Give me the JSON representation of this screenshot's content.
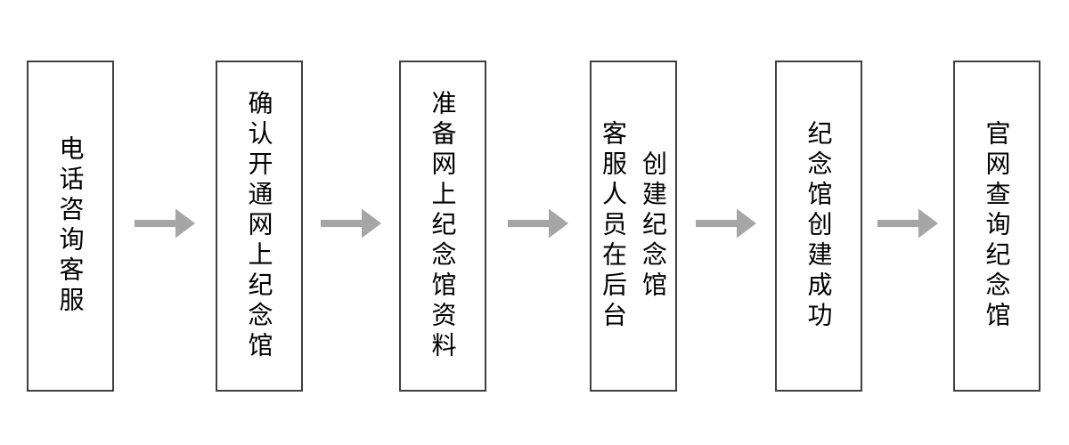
{
  "flow": {
    "title": "memorial-hall-creation-flow",
    "steps": [
      {
        "id": 1,
        "lines": [
          "电话咨询客服"
        ]
      },
      {
        "id": 2,
        "lines": [
          "确认开通网上纪念馆"
        ]
      },
      {
        "id": 3,
        "lines": [
          "准备网上纪念馆资料"
        ]
      },
      {
        "id": 4,
        "lines": [
          "客服人员在后台",
          "创建纪念馆"
        ]
      },
      {
        "id": 5,
        "lines": [
          "纪念馆创建成功"
        ]
      },
      {
        "id": 6,
        "lines": [
          "官网查询纪念馆"
        ]
      }
    ],
    "connector": "right-arrow",
    "colors": {
      "background": "#ffffff",
      "box_fill": "#ffffff",
      "box_border": "#404040",
      "text": "#000000",
      "arrow": "#a6a6a6"
    }
  }
}
